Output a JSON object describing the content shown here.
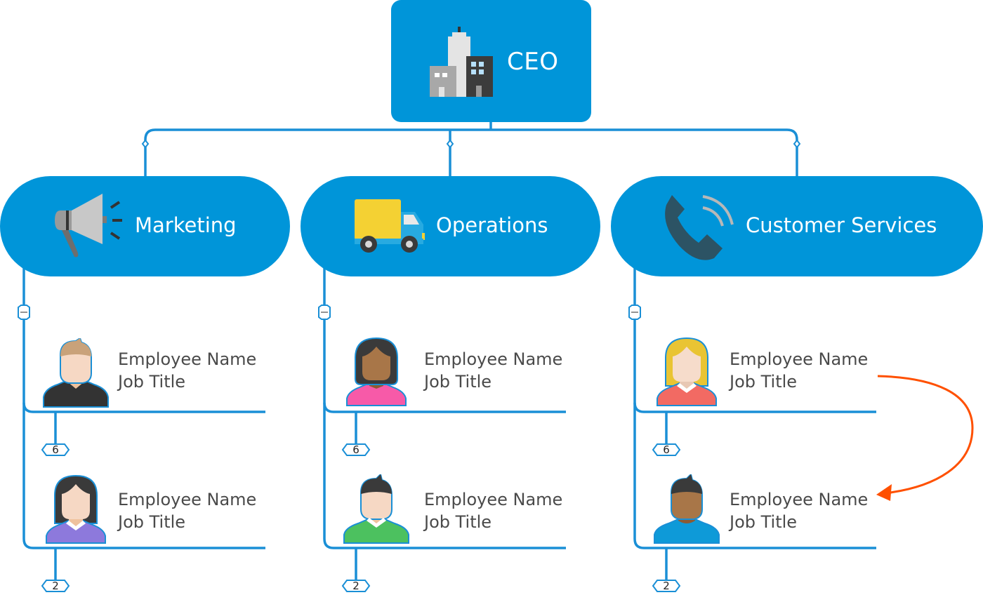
{
  "ceo": {
    "label": "CEO",
    "icon": "buildings-icon"
  },
  "departments": [
    {
      "label": "Marketing",
      "icon": "megaphone-icon",
      "employees": [
        {
          "name": "Employee Name",
          "title": "Job Title",
          "avatar": "male-avatar-blonde",
          "children_count": "6"
        },
        {
          "name": "Employee Name",
          "title": "Job Title",
          "avatar": "female-avatar-purple",
          "children_count": "2"
        }
      ]
    },
    {
      "label": "Operations",
      "icon": "truck-icon",
      "employees": [
        {
          "name": "Employee Name",
          "title": "Job Title",
          "avatar": "female-avatar-pink",
          "children_count": "6"
        },
        {
          "name": "Employee Name",
          "title": "Job Title",
          "avatar": "male-avatar-green",
          "children_count": "2"
        }
      ]
    },
    {
      "label": "Customer Services",
      "icon": "phone-icon",
      "employees": [
        {
          "name": "Employee Name",
          "title": "Job Title",
          "avatar": "female-avatar-red",
          "children_count": "6"
        },
        {
          "name": "Employee Name",
          "title": "Job Title",
          "avatar": "male-avatar-blue",
          "children_count": "2"
        }
      ]
    }
  ],
  "collapse_symbol": "—",
  "colors": {
    "node_blue": "#0095d9",
    "connector_blue": "#1a8fd6",
    "arrow_orange": "#ff5000",
    "text_gray": "#4a4a4a"
  },
  "annotation": {
    "type": "move-arrow",
    "from": "Customer Services / employee 1",
    "to": "Customer Services / employee 2"
  }
}
